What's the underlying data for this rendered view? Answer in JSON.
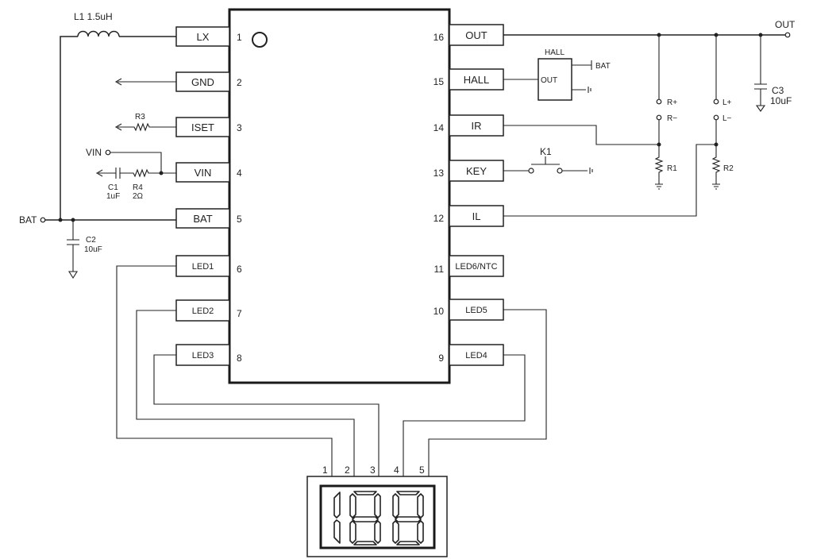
{
  "chip": {
    "left_pins": [
      {
        "num": "1",
        "label": "LX"
      },
      {
        "num": "2",
        "label": "GND"
      },
      {
        "num": "3",
        "label": "ISET"
      },
      {
        "num": "4",
        "label": "VIN"
      },
      {
        "num": "5",
        "label": "BAT"
      },
      {
        "num": "6",
        "label": "LED1"
      },
      {
        "num": "7",
        "label": "LED2"
      },
      {
        "num": "8",
        "label": "LED3"
      }
    ],
    "right_pins": [
      {
        "num": "16",
        "label": "OUT"
      },
      {
        "num": "15",
        "label": "HALL"
      },
      {
        "num": "14",
        "label": "IR"
      },
      {
        "num": "13",
        "label": "KEY"
      },
      {
        "num": "12",
        "label": "IL"
      },
      {
        "num": "11",
        "label": "LED6/NTC"
      },
      {
        "num": "10",
        "label": "LED5"
      },
      {
        "num": "9",
        "label": "LED4"
      }
    ]
  },
  "components": {
    "l1": "L1  1.5uH",
    "r3": "R3",
    "vin_node": "VIN",
    "c1_name": "C1",
    "c1_value": "1uF",
    "r4_name": "R4",
    "r4_value": "2Ω",
    "bat_node": "BAT",
    "c2_name": "C2",
    "c2_value": "10uF",
    "out_node": "OUT",
    "c3_name": "C3",
    "c3_value": "10uF",
    "hall_title": "HALL",
    "hall_out": "OUT",
    "hall_bat": "BAT",
    "k1": "K1",
    "r_plus": "R+",
    "r_minus": "R−",
    "l_plus": "L+",
    "l_minus": "L−",
    "r1": "R1",
    "r2": "R2"
  },
  "display": {
    "pins": [
      "1",
      "2",
      "3",
      "4",
      "5"
    ],
    "digits": [
      "1",
      "8",
      "8"
    ]
  }
}
